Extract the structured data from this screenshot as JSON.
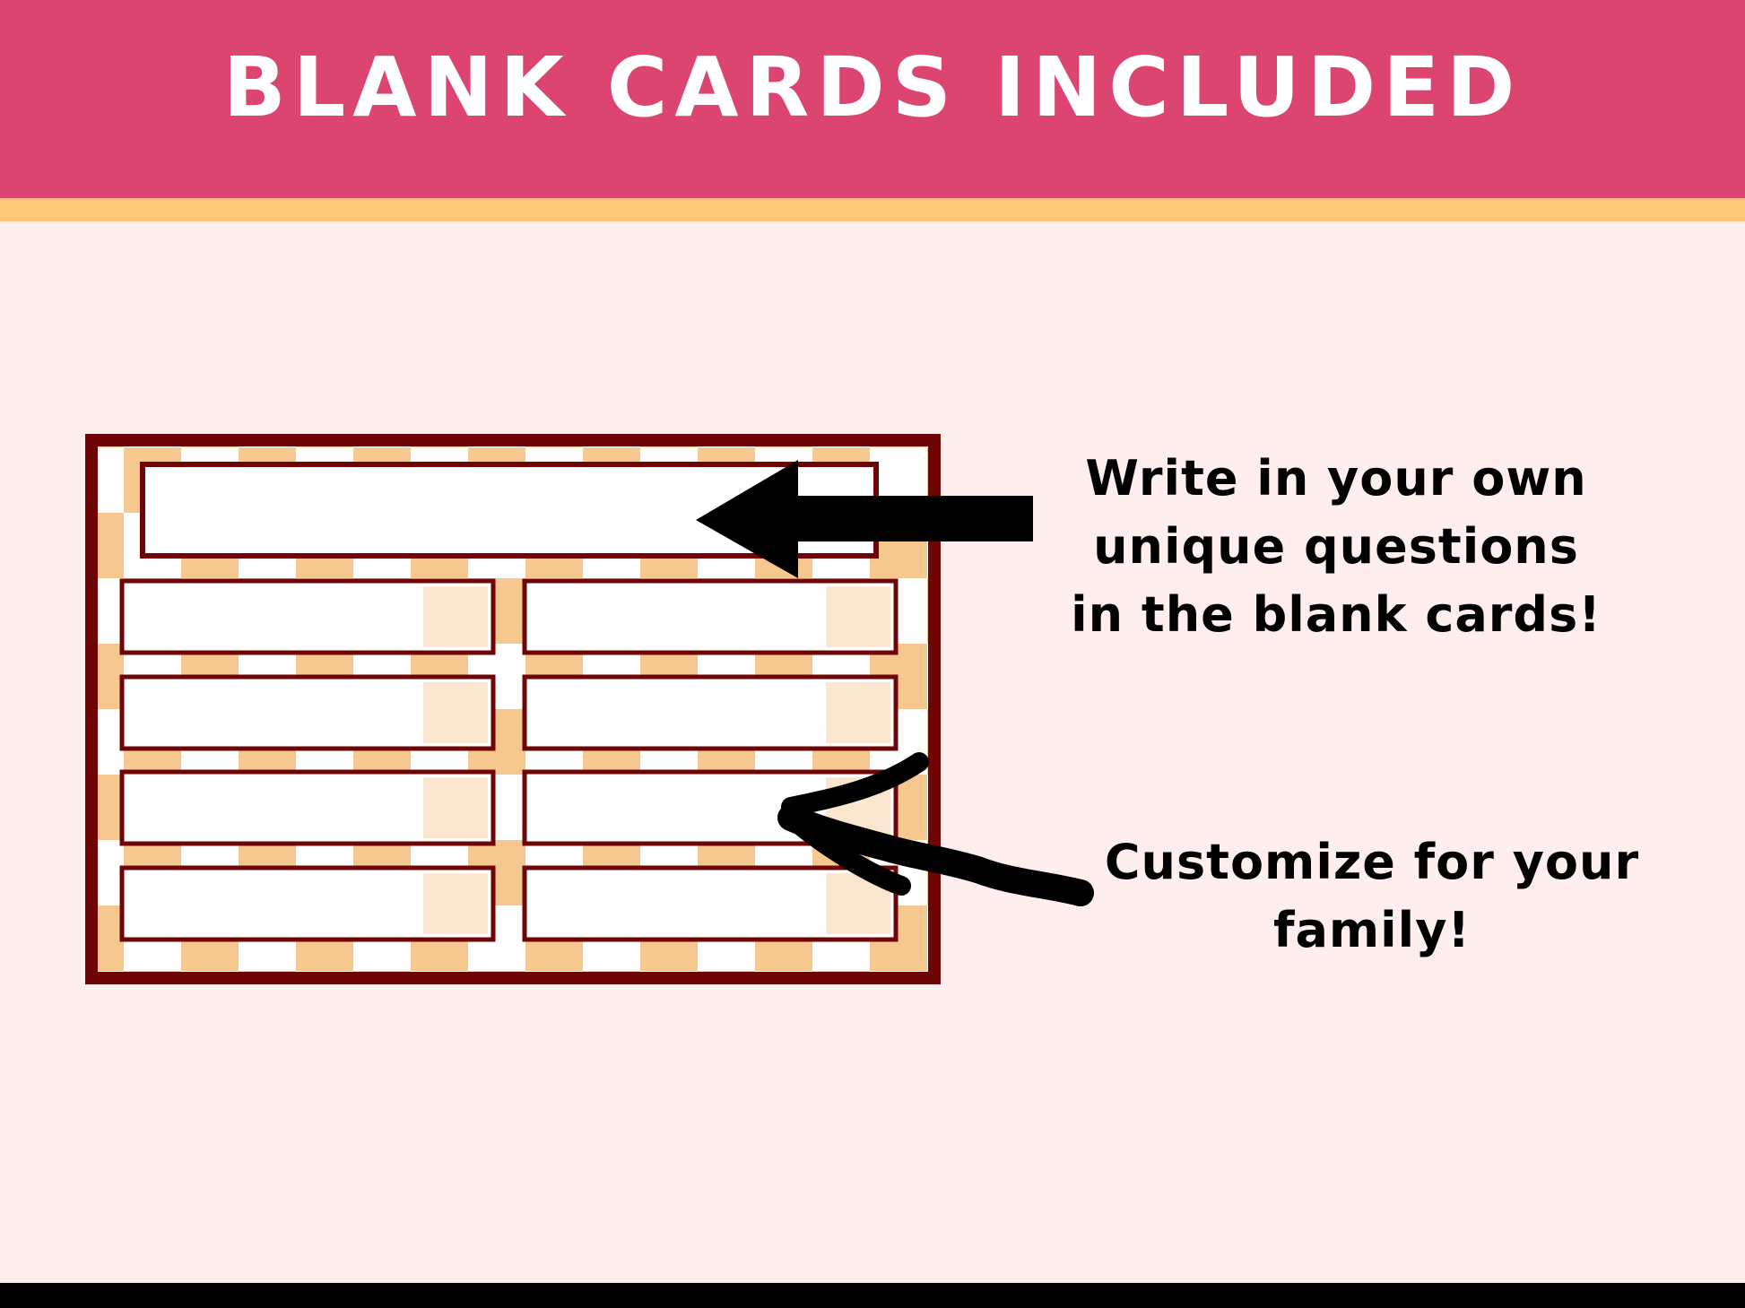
{
  "header": {
    "title": "BLANK CARDS INCLUDED"
  },
  "captions": {
    "write_in": "Write in your own unique questions in the blank cards!",
    "customize": "Customize for your family!"
  },
  "colors": {
    "header": "#dd4571",
    "stripe": "#ffc877",
    "background": "#ffeeee",
    "board_border": "#6e0507",
    "checker": "#f6c88f",
    "card_accent": "#fbe7cf"
  },
  "illustration": {
    "icons": [
      "blank-card-board",
      "straight-arrow-icon",
      "curved-arrow-icon"
    ],
    "small_card_count": 8
  }
}
